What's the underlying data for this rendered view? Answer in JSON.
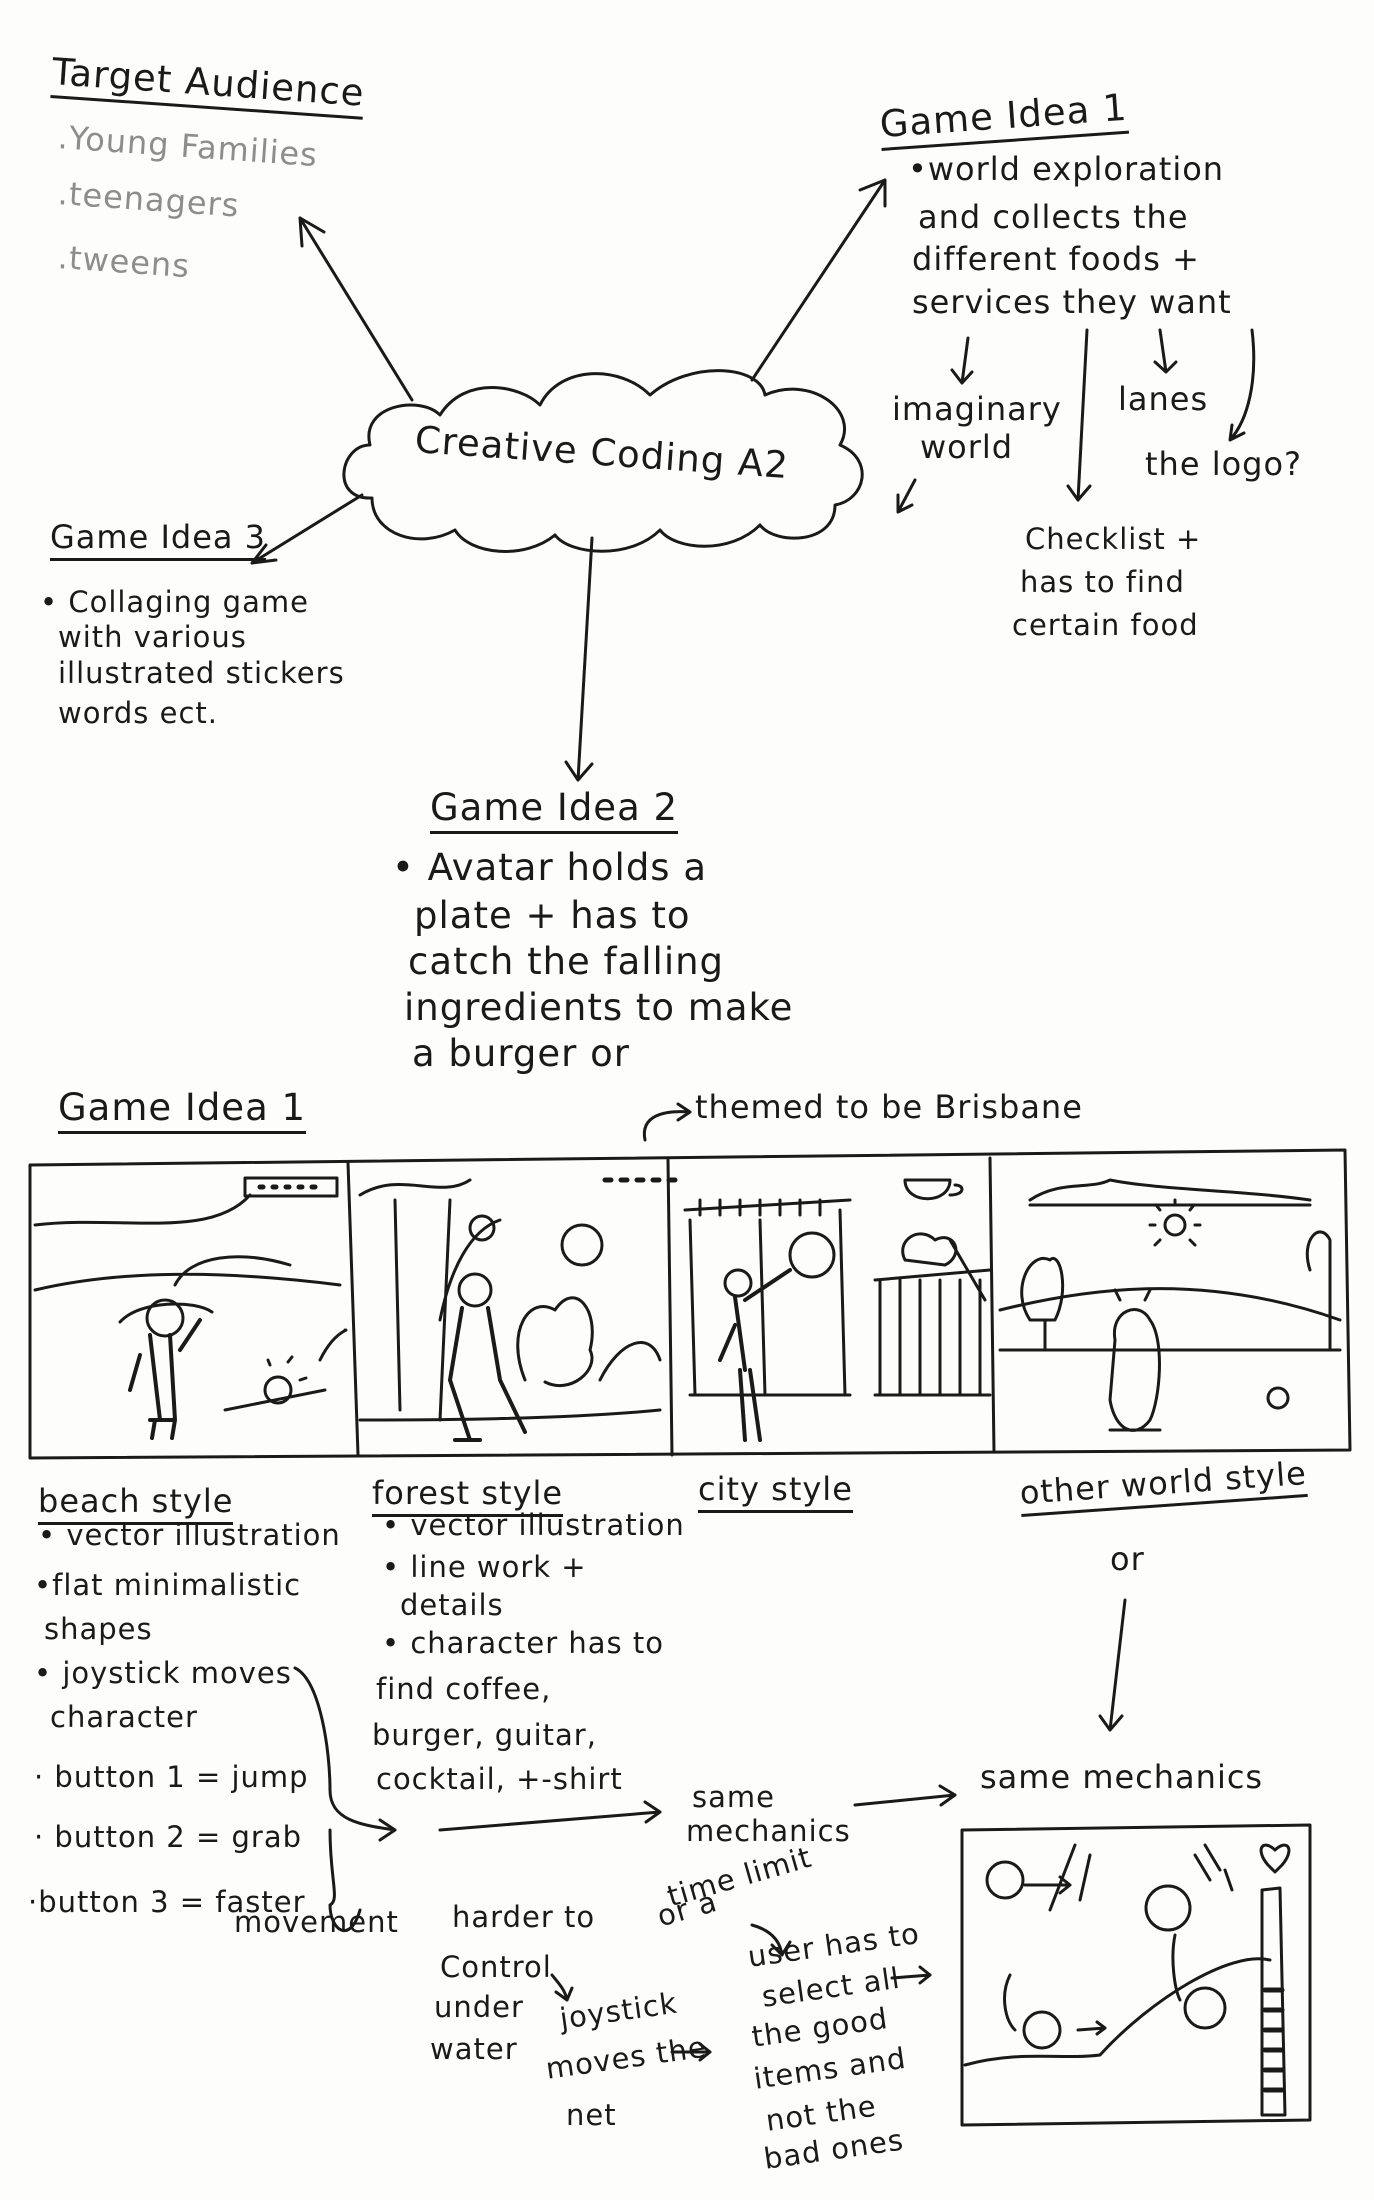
{
  "target": {
    "title": "Target Audience",
    "items": [
      ".Young Families",
      ".teenagers",
      ".tweens"
    ]
  },
  "center_cloud": "Creative Coding A2",
  "idea1_top": {
    "title": "Game Idea 1",
    "lines": [
      "•world exploration",
      "and collects the",
      "different foods +",
      "services they want"
    ],
    "branch_imaginary": [
      "imaginary",
      "world"
    ],
    "branch_lanes": "lanes",
    "branch_logo": "the logo?",
    "checklist": [
      "Checklist +",
      "has to find",
      "certain food"
    ]
  },
  "idea3": {
    "title": "Game Idea 3",
    "lines": [
      "• Collaging game",
      "with various",
      "illustrated stickers",
      "words ect."
    ]
  },
  "idea2": {
    "title": "Game Idea 2",
    "lines": [
      "• Avatar holds a",
      "plate + has to",
      "catch the falling",
      "ingredients to make",
      "a burger or"
    ]
  },
  "storyboard": {
    "title": "Game Idea 1",
    "theme_note": "themed to be Brisbane",
    "styles": [
      "beach style",
      "forest style",
      "city style",
      "other world style"
    ],
    "beach_notes": [
      "• vector illustration",
      "•flat minimalistic",
      "shapes",
      "• joystick moves",
      "character",
      "· button 1 = jump",
      "· button 2 = grab",
      "·button 3 = faster",
      "movement"
    ],
    "forest_notes": [
      "• vector illustration",
      "• line work +",
      "details",
      "• character has to",
      "find coffee,",
      "burger, guitar,",
      "cocktail, +-shirt"
    ],
    "or_label": "or",
    "same_mechanics_right": "same mechanics",
    "same_mechanics_mid": [
      "same",
      "mechanics"
    ],
    "time_limit": [
      "or a",
      "time limit"
    ],
    "harder": [
      "harder to",
      "Control",
      "under",
      "water"
    ],
    "joystick_net": [
      "joystick",
      "moves the",
      "net"
    ],
    "user_select": [
      "user has to",
      "select all",
      "the good",
      "items and",
      "not the",
      "bad ones"
    ]
  }
}
